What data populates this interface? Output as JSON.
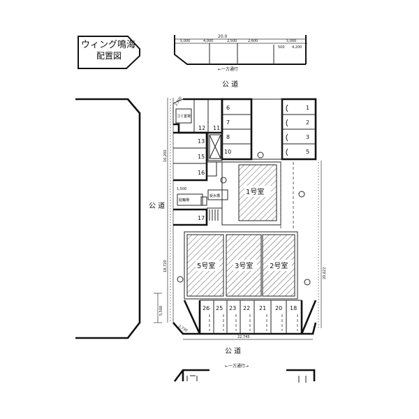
{
  "title": {
    "name": "ウィング鳴海",
    "subtitle": "配置図"
  },
  "roads": {
    "north": "公 道",
    "west": "公 道",
    "south": "公 道"
  },
  "one_way": {
    "north": "←一方通行",
    "south": "←一方通行→"
  },
  "top_dimensions": {
    "total": "20.0",
    "a": "5,000",
    "b": "4,000",
    "c": "2,500",
    "d": "2,600",
    "e": "5,000",
    "f": "500",
    "g": "4,200"
  },
  "rooms": {
    "r1": "1号室",
    "r2": "2号室",
    "r3": "3号室",
    "r5": "5号室"
  },
  "parking_top_right": [
    "1",
    "2",
    "3",
    "5"
  ],
  "parking_top_mid": [
    "6",
    "7",
    "8",
    "10"
  ],
  "parking_top_left": [
    "12",
    "11"
  ],
  "parking_left": [
    "13",
    "15",
    "16",
    "17"
  ],
  "parking_bottom": [
    "26",
    "25",
    "23",
    "22",
    "21",
    "20",
    "18"
  ],
  "side_dimensions": {
    "left_upper": "16,200",
    "left_lower": "18,720",
    "right": "20,622",
    "bottom": "22,745",
    "corner_top": "2,700",
    "corner_bottom": "2,730",
    "small_left": "1,500",
    "bottom_left": "5,500"
  },
  "labels": {
    "garbage": "ゴミ置場",
    "bike": "駐輪場",
    "water": "受水槽"
  }
}
